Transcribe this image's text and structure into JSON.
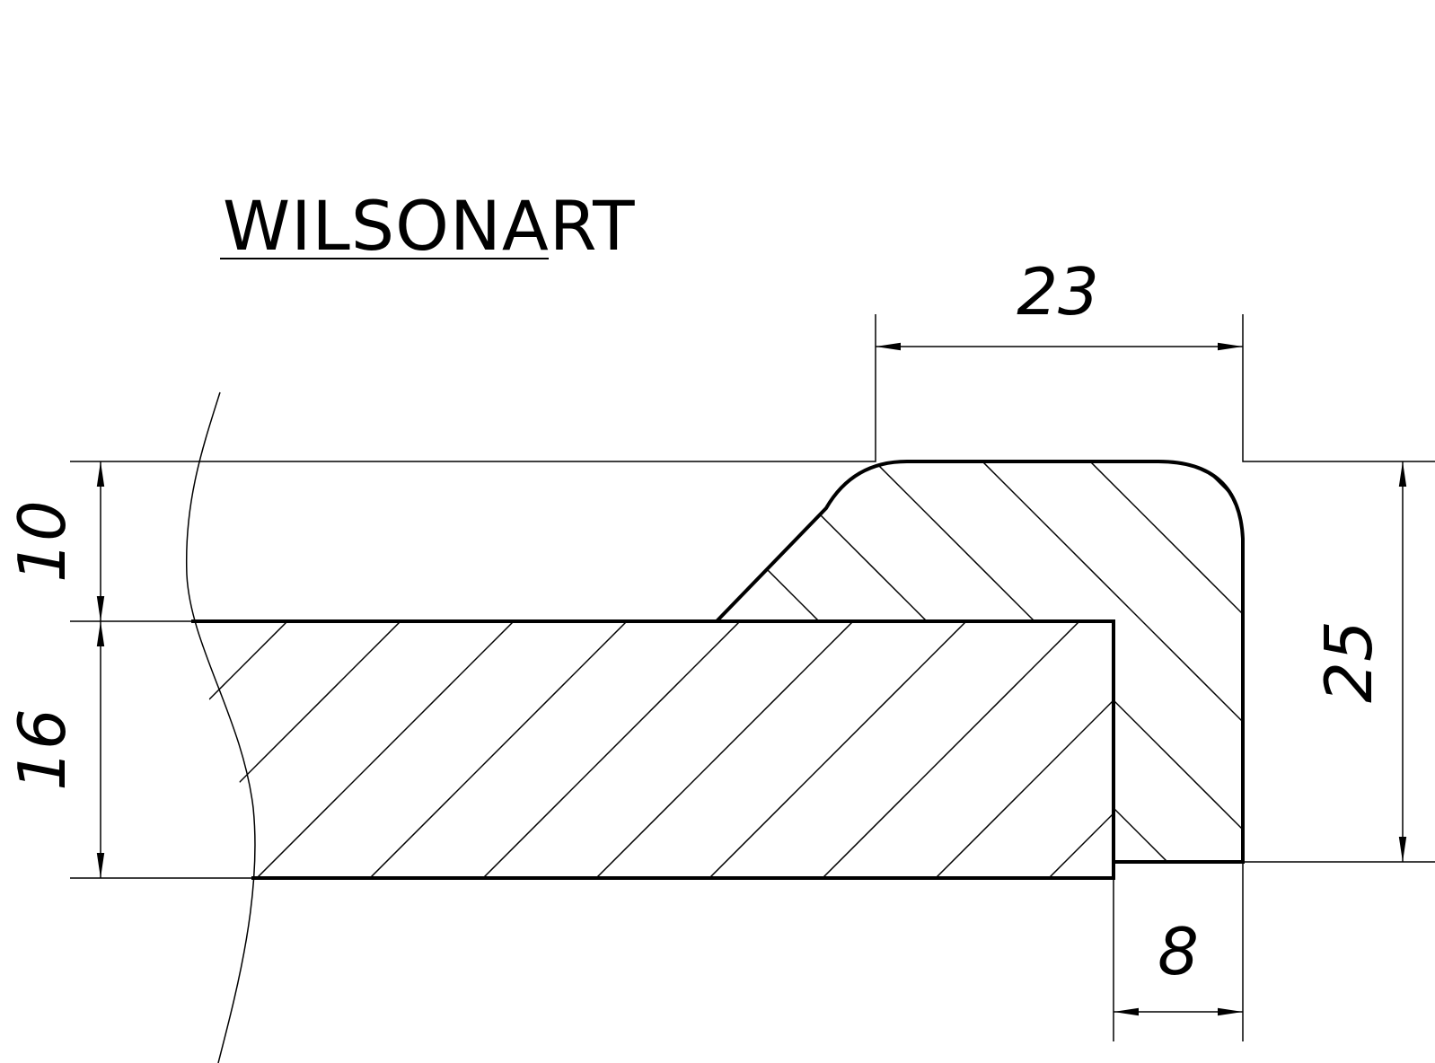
{
  "title": {
    "text": "WILSONART"
  },
  "dimensions": {
    "top_width": "23",
    "bottom_width": "8",
    "left_upper": "10",
    "left_lower": "16",
    "right_height": "25"
  }
}
